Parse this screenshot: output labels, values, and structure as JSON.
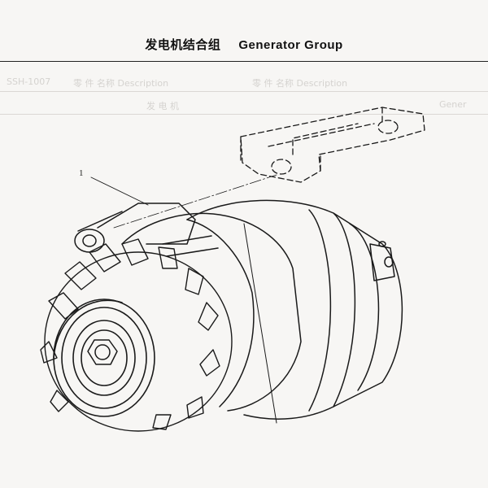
{
  "title": {
    "cn": "发电机结合组",
    "en": "Generator Group"
  },
  "callout": {
    "number": "1"
  },
  "bleed_through": {
    "header_1": "SSH-1007",
    "header_2": "零 件 名称 Description",
    "header_3": "零 件 名称 Description",
    "row_1": "发 电 机",
    "row_2": "Gener"
  }
}
